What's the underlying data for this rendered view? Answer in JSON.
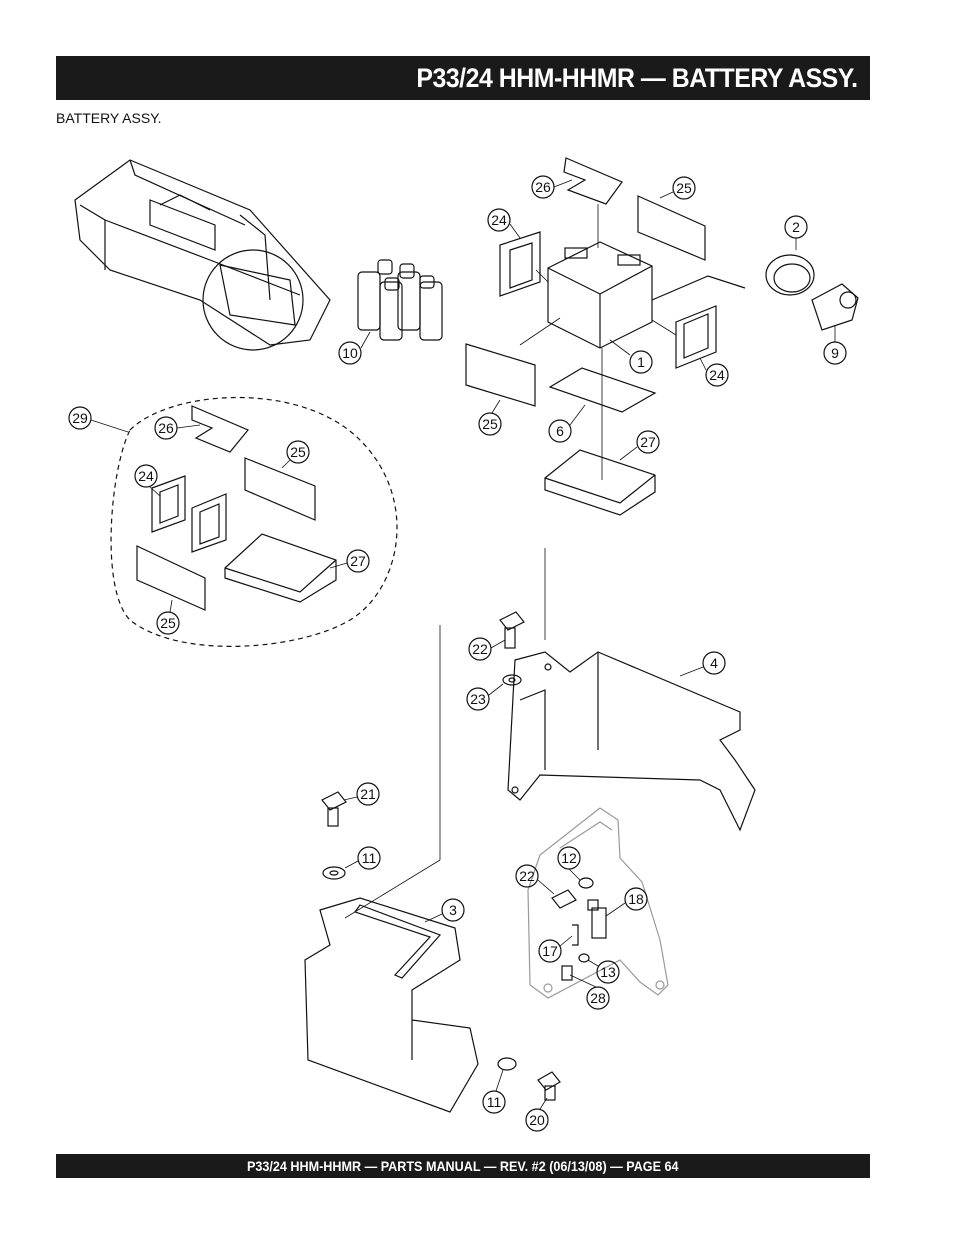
{
  "header": {
    "title": "P33/24 HHM-HHMR — BATTERY ASSY."
  },
  "subtitle": "BATTERY ASSY.",
  "footer": {
    "text": "P33/24 HHM-HHMR — PARTS MANUAL — REV. #2 (06/13/08) — PAGE 64"
  },
  "callouts": {
    "c26a": "26",
    "c25a": "25",
    "c24a": "24",
    "c2": "2",
    "c1": "1",
    "c24b": "24",
    "c9": "9",
    "c10": "10",
    "c25b": "25",
    "c6": "6",
    "c27a": "27",
    "c29": "29",
    "c26b": "26",
    "c25c": "25",
    "c24c": "24",
    "c27b": "27",
    "c25d": "25",
    "c22a": "22",
    "c23": "23",
    "c4": "4",
    "c21": "21",
    "c11a": "11",
    "c12": "12",
    "c22b": "22",
    "c18": "18",
    "c3": "3",
    "c17": "17",
    "c13": "13",
    "c28": "28",
    "c11b": "11",
    "c20": "20"
  }
}
